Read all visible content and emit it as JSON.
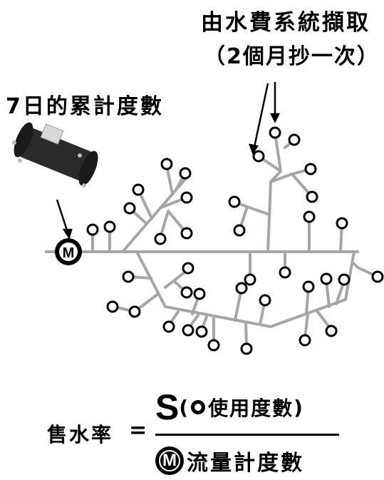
{
  "labels": {
    "top_line1": "由水費系統擷取",
    "top_line2": "（2個月抄一次）",
    "left": "7日的累計度數"
  },
  "meter_symbol": "M",
  "formula": {
    "lhs": "售水率",
    "equals": "=",
    "numerator_symbol": "S",
    "numerator_open": "(",
    "numerator_text": "使用度數",
    "numerator_close": ")",
    "denominator_symbol": "M",
    "denominator_text": "流量計度數"
  },
  "colors": {
    "pipe": "#a6a6a6",
    "node_ring": "#000000",
    "background": "#ffffff"
  }
}
